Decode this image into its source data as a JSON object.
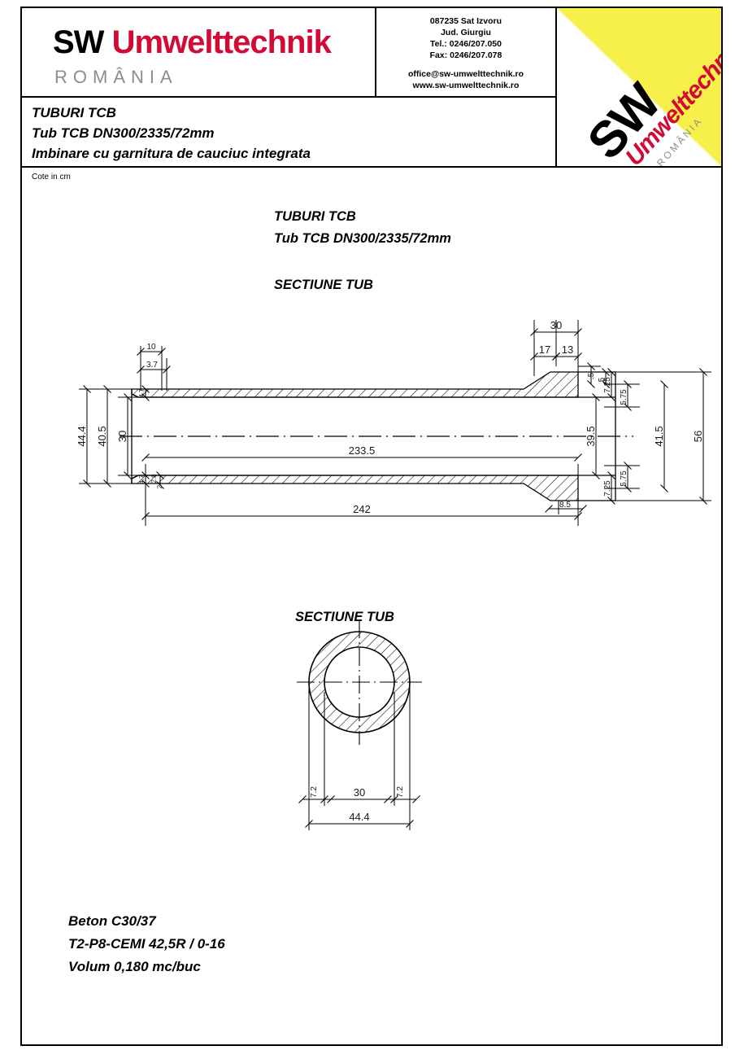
{
  "header": {
    "brand": {
      "part1": "SW",
      "part2": "Umwelttechnik",
      "country": "ROMÂNIA"
    },
    "contact": {
      "line1": "087235 Sat Izvoru",
      "line2": "Jud. Giurgiu",
      "line3": "Tel.: 0246/207.050",
      "line4": "Fax: 0246/207.078",
      "email": "office@sw-umwelttechnik.ro",
      "website": "www.sw-umwelttechnik.ro"
    },
    "logo": {
      "sw": "SW",
      "umwelttechnik": "Umwelttechnik",
      "romania": "ROMÂNIA"
    },
    "title": {
      "line1": "TUBURI TCB",
      "line2": "Tub TCB DN300/2335/72mm",
      "line3": "Imbinare cu garnitura de cauciuc integrata"
    }
  },
  "units_note": "Cote in cm",
  "drawing": {
    "title1": "TUBURI TCB",
    "title2": "Tub TCB DN300/2335/72mm",
    "section_label_1": "SECTIUNE TUB",
    "section_label_2": "SECTIUNE TUB"
  },
  "dimensions": {
    "longitudinal": {
      "left_outer": "44.4",
      "left_mid": "40.5",
      "left_inner": "30",
      "left_wall_top": "4.7",
      "left_wall_bottom": "4.7",
      "left_small_a": "2.8",
      "left_small_b": "2",
      "top_small_1": "10",
      "top_small_2": "3.7",
      "right_top_total": "30",
      "right_top_a": "17",
      "right_top_b": "13",
      "right_half": ".5",
      "right_half_2": ".5",
      "socket_inner": "39.5",
      "socket_wall_top_a": "7.25",
      "socket_wall_top_b": "5.75",
      "socket_wall_bot_a": "7.25",
      "socket_wall_bot_b": "5.75",
      "socket_outer_1": "41.5",
      "socket_outer_2": "56",
      "bottom_taper": "8.5",
      "length_inner": "233.5",
      "length_total": "242"
    },
    "cross_section": {
      "wall_left": "7.2",
      "bore": "30",
      "wall_right": "7.2",
      "outer": "44.4"
    }
  },
  "notes": {
    "concrete": "Beton C30/37",
    "mix": "T2-P8-CEMI 42,5R / 0-16",
    "volume": "Volum 0,180 mc/buc"
  },
  "colors": {
    "brand_red": "#d10a36",
    "logo_yellow": "#f7f04a",
    "grey": "#8d8d8d"
  }
}
